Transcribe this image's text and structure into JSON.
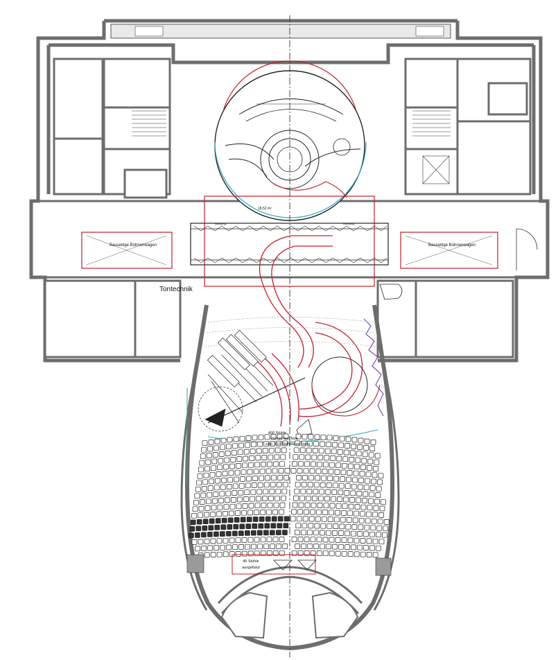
{
  "labels": {
    "tontechnik": "Tontechnik",
    "bauseitig_left": "Bauseitige Bühnenwagen",
    "bauseitig_right": "Bauseitige Bühnenwagen",
    "area": "18,52 m²",
    "aushang_left": "Aushang",
    "aushang_right": "Aushang",
    "seats_line1": "400 Stühle",
    "seats_line2": "Parkett fest/lose",
    "seats_line3": "zzgl. +10 Stehplätze Rang",
    "removed_line1": "46 Stühle",
    "removed_line2": "ausgebaut"
  },
  "colors": {
    "wall": "#7a7a7a",
    "line": "#222222",
    "red": "#c0202a",
    "blue": "#2aa9c9",
    "purple": "#7b4fb0",
    "teal": "#2ea59a"
  }
}
